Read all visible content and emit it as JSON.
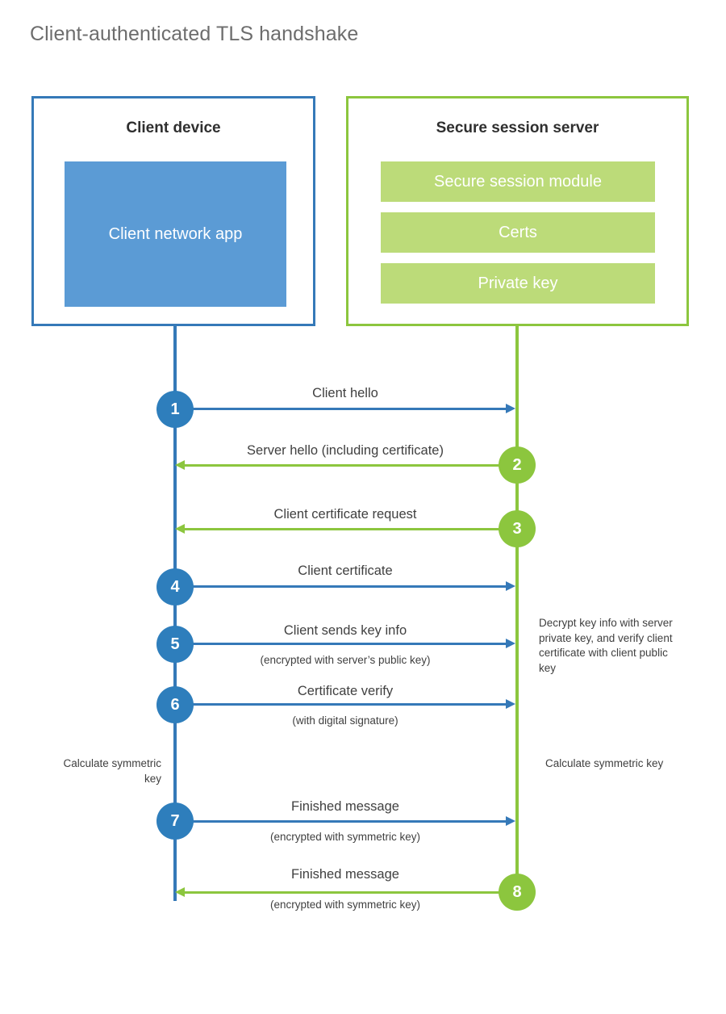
{
  "title": "Client-authenticated TLS handshake",
  "colors": {
    "client_blue": "#3579b8",
    "client_circle_blue": "#2e7ebc",
    "client_app_fill": "#5b9bd5",
    "server_green": "#8cc63e",
    "server_item_fill": "#bcdb79",
    "background": "#ffffff",
    "title_text": "#6d6d6d",
    "body_text": "#404040"
  },
  "parties": {
    "client": {
      "title": "Client device",
      "app_label": "Client network app"
    },
    "server": {
      "title": "Secure session server",
      "items": [
        {
          "label": "Secure session module"
        },
        {
          "label": "Certs"
        },
        {
          "label": "Private key"
        }
      ]
    }
  },
  "steps": [
    {
      "number": "1",
      "label": "Client hello",
      "sublabel": "",
      "direction": "client-to-server",
      "color": "blue"
    },
    {
      "number": "2",
      "label": "Server hello (including certificate)",
      "sublabel": "",
      "direction": "server-to-client",
      "color": "green"
    },
    {
      "number": "3",
      "label": "Client certificate request",
      "sublabel": "",
      "direction": "server-to-client",
      "color": "green"
    },
    {
      "number": "4",
      "label": "Client certificate",
      "sublabel": "",
      "direction": "client-to-server",
      "color": "blue"
    },
    {
      "number": "5",
      "label": "Client sends key info",
      "sublabel": "(encrypted with server’s public key)",
      "direction": "client-to-server",
      "color": "blue"
    },
    {
      "number": "6",
      "label": "Certificate verify",
      "sublabel": "(with digital signature)",
      "direction": "client-to-server",
      "color": "blue"
    },
    {
      "number": "7",
      "label": "Finished message",
      "sublabel": "(encrypted with symmetric key)",
      "direction": "client-to-server",
      "color": "blue"
    },
    {
      "number": "8",
      "label": "Finished message",
      "sublabel": "(encrypted with symmetric key)",
      "direction": "server-to-client",
      "color": "green"
    }
  ],
  "annotations": {
    "server_decrypt": "Decrypt key info with server private key, and verify client certificate with client public key",
    "client_calculate": "Calculate symmetric key",
    "server_calculate": "Calculate symmetric key"
  }
}
